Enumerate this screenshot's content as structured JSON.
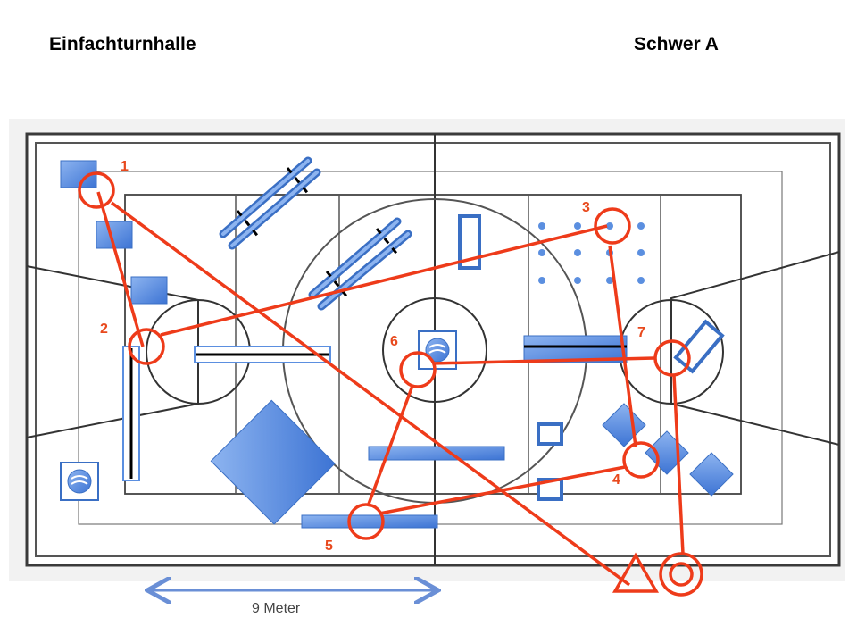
{
  "header": {
    "hall_title": "Einfachturnhalle",
    "level_title": "Schwer A"
  },
  "stations": [
    {
      "id": "1",
      "label": "1"
    },
    {
      "id": "2",
      "label": "2"
    },
    {
      "id": "3",
      "label": "3"
    },
    {
      "id": "4",
      "label": "4"
    },
    {
      "id": "5",
      "label": "5"
    },
    {
      "id": "6",
      "label": "6"
    },
    {
      "id": "7",
      "label": "7"
    }
  ],
  "scale": {
    "label": "9 Meter"
  },
  "colors": {
    "route": "#ee3b1a",
    "equipment_fill": "#5b8fe0",
    "equipment_stroke": "#3a6fc4",
    "court_lines": "#3a3a3a"
  },
  "icons": {
    "start": "triangle-icon",
    "finish": "double-circle-icon",
    "trampoline": "spring-icon"
  }
}
